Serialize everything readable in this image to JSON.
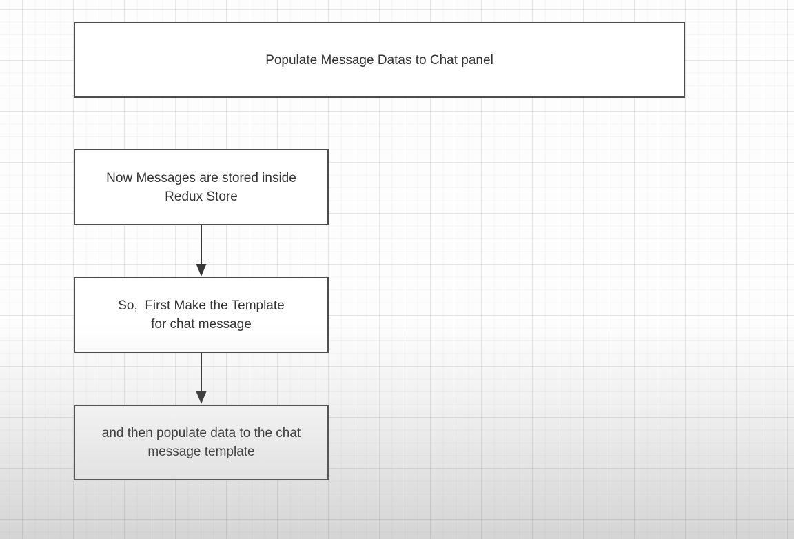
{
  "diagram": {
    "nodes": [
      {
        "id": "banner",
        "text": "Populate Message Datas to Chat panel"
      },
      {
        "id": "redux",
        "text": "Now Messages are stored inside\nRedux Store"
      },
      {
        "id": "template",
        "text": "So,  First Make the Template\nfor chat message"
      },
      {
        "id": "populate",
        "text": "and then populate data to the chat\nmessage template"
      }
    ],
    "edges": [
      {
        "from": "redux",
        "to": "template",
        "style": "straight-arrow-down"
      },
      {
        "from": "template",
        "to": "populate",
        "style": "straight-arrow-down"
      }
    ],
    "colors": {
      "canvas_bg": "#fdfdfd",
      "node_fill": "#ffffff",
      "node_border": "#4d4d4d",
      "text_color": "#333333",
      "arrow_color": "#383838"
    }
  }
}
